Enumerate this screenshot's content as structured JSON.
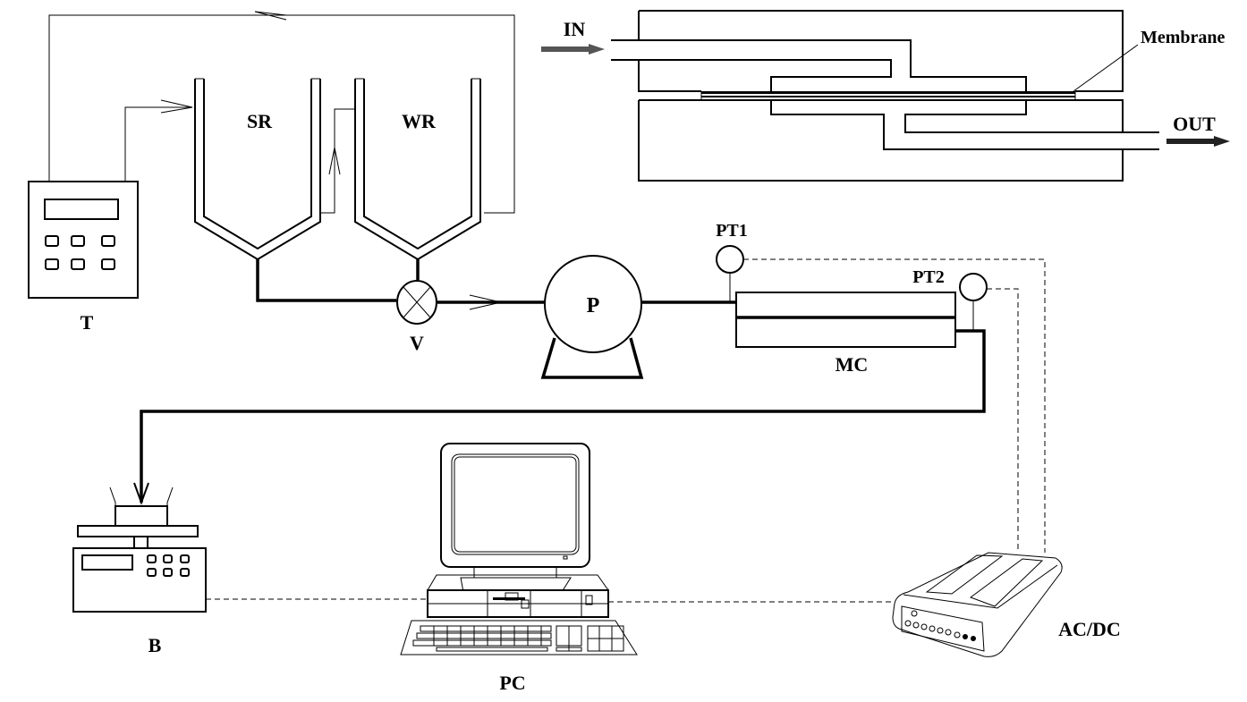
{
  "diagram": {
    "description": "Experimental membrane filtration setup schematic",
    "labels": {
      "thermostat": "T",
      "supply_reservoir": "SR",
      "wash_reservoir": "WR",
      "valve": "V",
      "pump": "P",
      "pressure_transducer_1": "PT1",
      "pressure_transducer_2": "PT2",
      "membrane_cell": "MC",
      "balance": "B",
      "computer": "PC",
      "converter": "AC/DC",
      "cell_inlet": "IN",
      "cell_outlet": "OUT",
      "membrane": "Membrane"
    },
    "connections": [
      {
        "from": "T",
        "to": "SR",
        "type": "thermostat-line"
      },
      {
        "from": "SR",
        "to": "WR",
        "type": "thermostat-line"
      },
      {
        "from": "WR",
        "to": "T",
        "type": "thermostat-line"
      },
      {
        "from": "SR",
        "to": "V",
        "type": "process-pipe"
      },
      {
        "from": "WR",
        "to": "V",
        "type": "process-pipe"
      },
      {
        "from": "V",
        "to": "P",
        "type": "process-pipe"
      },
      {
        "from": "P",
        "to": "MC",
        "type": "process-pipe"
      },
      {
        "from": "MC",
        "to": "B",
        "type": "process-pipe"
      },
      {
        "from": "PT1",
        "to": "AC/DC",
        "type": "signal"
      },
      {
        "from": "PT2",
        "to": "AC/DC",
        "type": "signal"
      },
      {
        "from": "B",
        "to": "PC",
        "type": "signal"
      },
      {
        "from": "AC/DC",
        "to": "PC",
        "type": "signal"
      }
    ]
  }
}
